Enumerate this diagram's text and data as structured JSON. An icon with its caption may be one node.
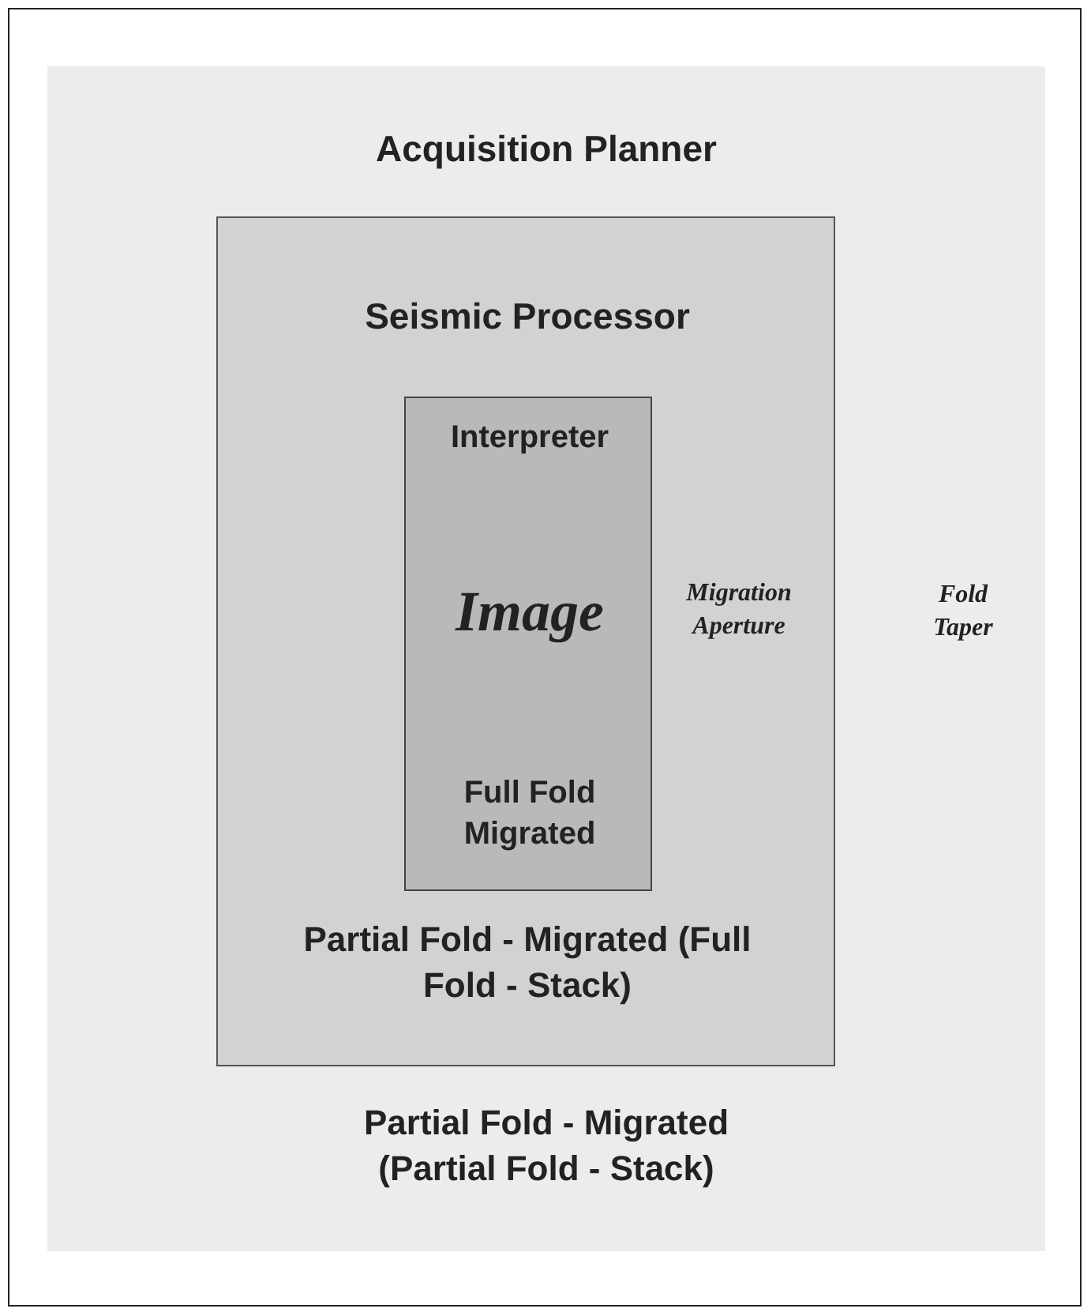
{
  "diagram": {
    "nodes": [
      {
        "text": [
          "Acquisition Planner",
          "Fold Taper",
          "Partial Fold - Migrated (Partial Fold - Stack)"
        ]
      },
      {
        "text": [
          "Seismic Processor",
          "Migration Aperture",
          "Partial Fold - Migrated (Full Fold - Stack)"
        ],
        "in": 0
      },
      {
        "text": [
          "Interpreter",
          "Image",
          "Full Fold Migrated"
        ],
        "in": 1
      }
    ]
  }
}
